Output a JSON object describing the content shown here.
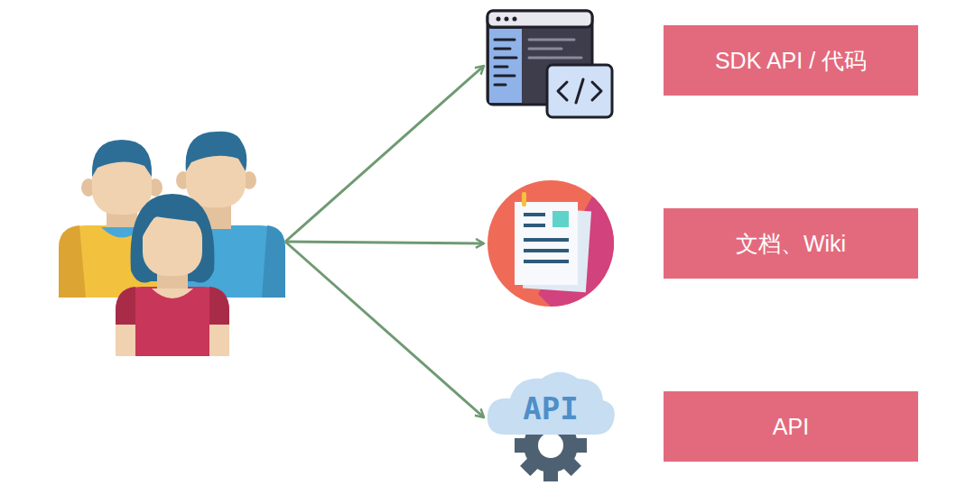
{
  "diagram": {
    "nodes": [
      {
        "text": [
          "SDK API / 代码"
        ]
      },
      {
        "text": [
          "文档、Wiki"
        ]
      },
      {
        "text": [
          "API"
        ]
      }
    ],
    "labels": [
      "API"
    ]
  }
}
